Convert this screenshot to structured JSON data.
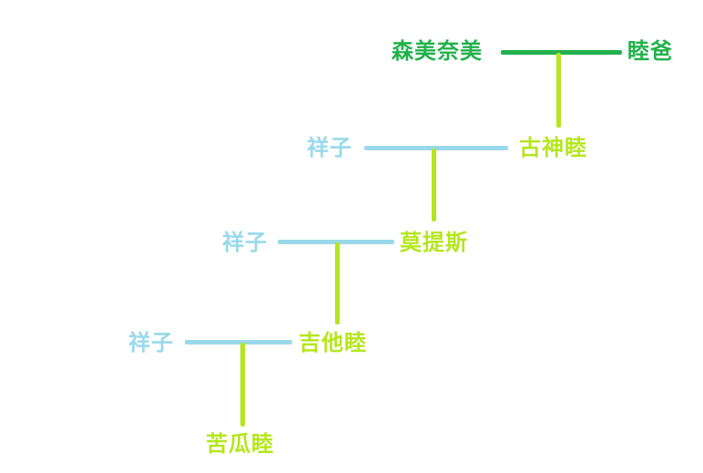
{
  "colors": {
    "root_generation": "#22b14c",
    "descendant": "#b5e61d",
    "spouse": "#99d9ea"
  },
  "family_tree": {
    "generations": [
      {
        "parent_a": "森美奈美",
        "parent_b": "睦爸",
        "style": "root_generation"
      },
      {
        "spouse": "祥子",
        "member": "古神睦"
      },
      {
        "spouse": "祥子",
        "member": "莫提斯"
      },
      {
        "spouse": "祥子",
        "member": "吉他睦"
      }
    ],
    "last_child": "苦瓜睦"
  }
}
